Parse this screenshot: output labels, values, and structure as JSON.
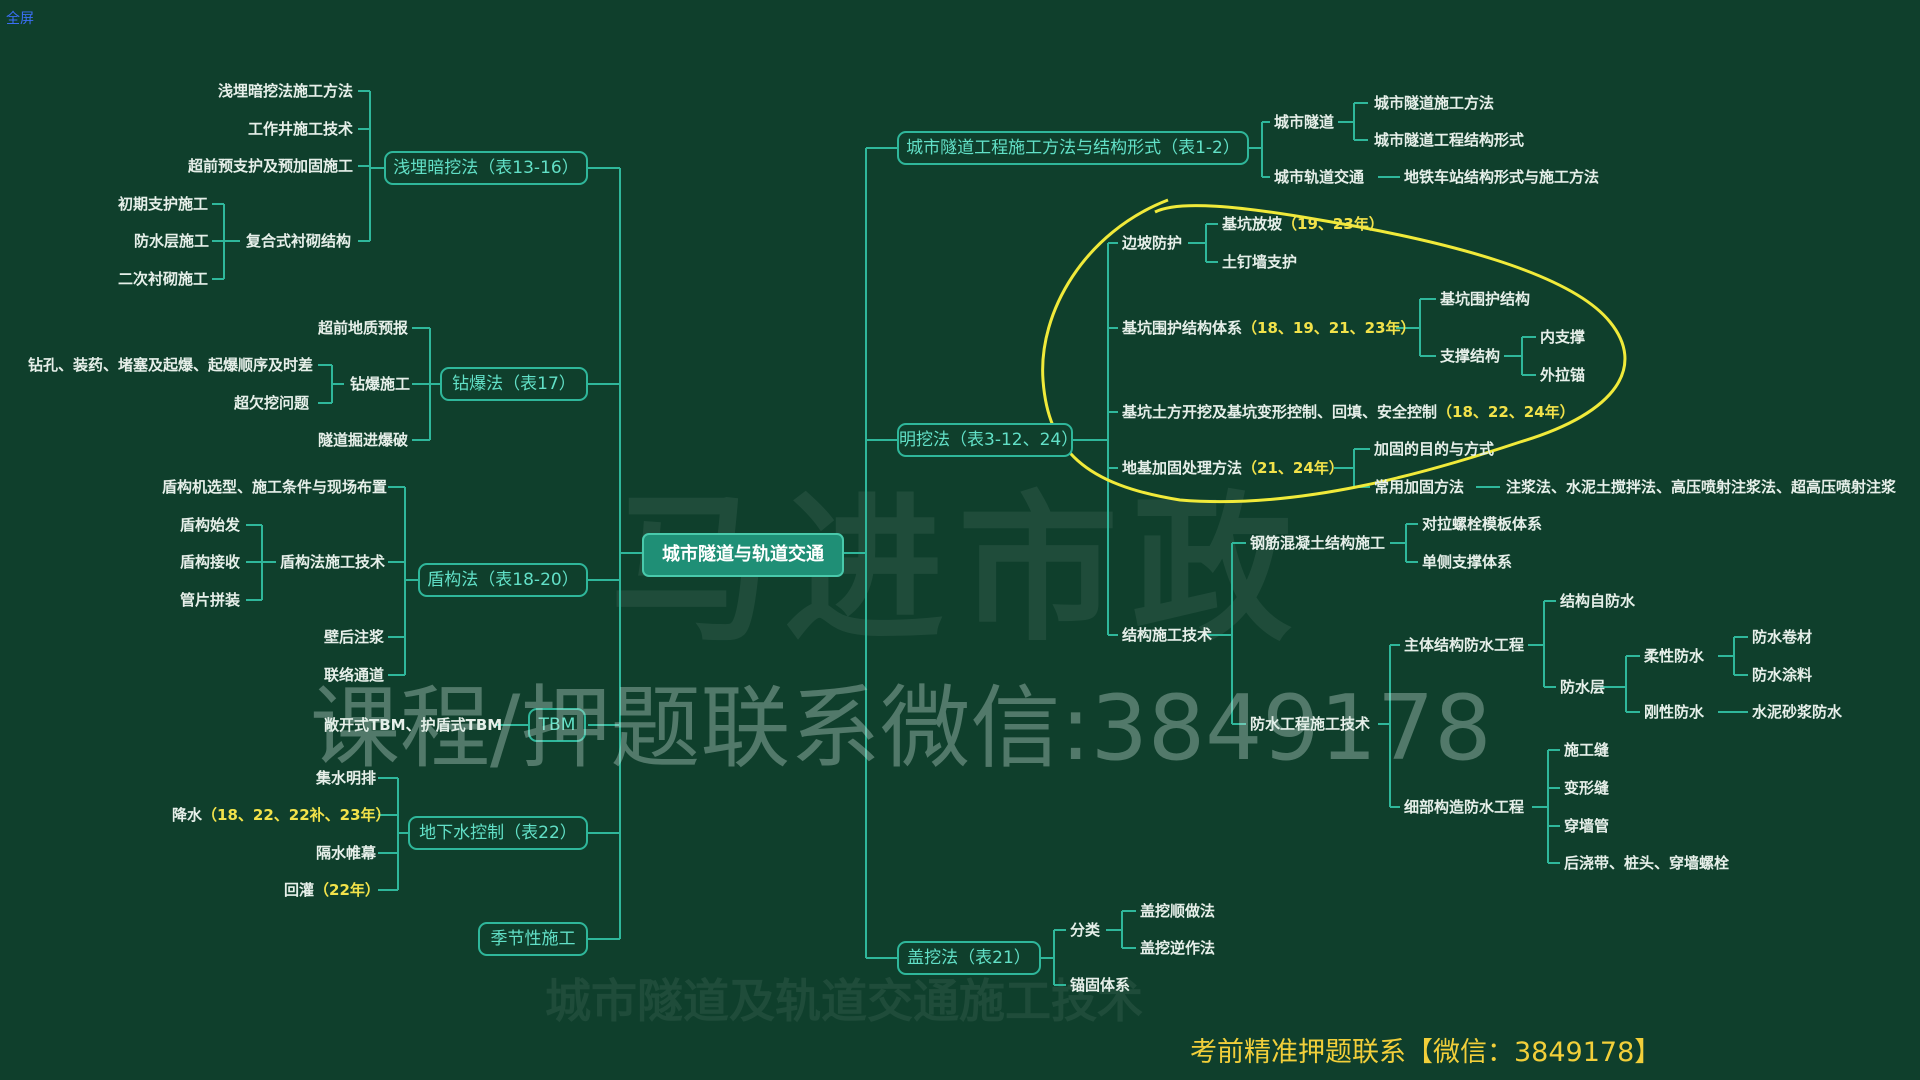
{
  "corner_label": "全屏",
  "center": "城市隧道与轨道交通",
  "watermark_logo": "马进市政",
  "watermark_contact": "课程/押题联系微信:3849178",
  "watermark_faded": "城市隧道及轨道交通施工技术",
  "promo": "考前精准押题联系【微信：3849178】",
  "left": {
    "shallow": {
      "label": "浅埋暗挖法（表13-16）",
      "items": [
        "浅埋暗挖法施工方法",
        "工作井施工技术",
        "超前预支护及预加固施工",
        "复合式衬砌结构"
      ],
      "composite_items": [
        "初期支护施工",
        "防水层施工",
        "二次衬砌施工"
      ]
    },
    "drill": {
      "label": "钻爆法（表17）",
      "items": [
        "超前地质预报",
        "钻爆施工",
        "隧道掘进爆破"
      ],
      "blast_items": [
        "钻孔、装药、堵塞及起爆、起爆顺序及时差",
        "超欠挖问题"
      ]
    },
    "shield": {
      "label": "盾构法（表18-20）",
      "items": [
        "盾构机选型、施工条件与现场布置",
        "盾构法施工技术",
        "壁后注浆",
        "联络通道"
      ],
      "tech_items": [
        "盾构始发",
        "盾构接收",
        "管片拼装"
      ]
    },
    "tbm": {
      "label": "TBM",
      "items": [
        "敞开式TBM、护盾式TBM"
      ]
    },
    "water": {
      "label": "地下水控制（表22）",
      "items": [
        {
          "t": "集水明排",
          "y": ""
        },
        {
          "t": "降水",
          "y": "（18、22、22补、23年）"
        },
        {
          "t": "隔水帷幕",
          "y": ""
        },
        {
          "t": "回灌",
          "y": "（22年）"
        }
      ]
    },
    "season": {
      "label": "季节性施工"
    }
  },
  "right": {
    "methods": {
      "label": "城市隧道工程施工方法与结构形式（表1-2）",
      "tunnel": "城市隧道",
      "tunnel_items": [
        "城市隧道施工方法",
        "城市隧道工程结构形式"
      ],
      "rail": "城市轨道交通",
      "rail_item": "地铁车站结构形式与施工方法"
    },
    "open": {
      "label": "明挖法（表3-12、24）",
      "slope": "边坡防护",
      "slope_items": [
        {
          "t": "基坑放坡",
          "y": "（19、23年）"
        },
        {
          "t": "土钉墙支护",
          "y": ""
        }
      ],
      "support": {
        "t": "基坑围护结构体系",
        "y": "（18、19、21、23年）"
      },
      "support_items": [
        "基坑围护结构",
        "支撑结构"
      ],
      "brace_items": [
        "内支撑",
        "外拉锚"
      ],
      "earthwork": {
        "t": "基坑土方开挖及基坑变形控制、回填、安全控制",
        "y": "（18、22、24年）"
      },
      "reinforce": {
        "t": "地基加固处理方法",
        "y": "（21、24年）"
      },
      "reinforce_items": [
        "加固的目的与方式",
        "常用加固方法"
      ],
      "reinforce_methods": "注浆法、水泥土搅拌法、高压喷射注浆法、超高压喷射注浆",
      "structure": "结构施工技术",
      "rc": "钢筋混凝土结构施工",
      "rc_items": [
        "对拉螺栓模板体系",
        "单侧支撑体系"
      ],
      "waterproof": "防水工程施工技术",
      "main_wp": "主体结构防水工程",
      "main_wp_items": [
        "结构自防水",
        "防水层"
      ],
      "flex": "柔性防水",
      "flex_items": [
        "防水卷材",
        "防水涂料"
      ],
      "rigid": "刚性防水",
      "rigid_item": "水泥砂浆防水",
      "detail_wp": "细部构造防水工程",
      "detail_items": [
        "施工缝",
        "变形缝",
        "穿墙管",
        "后浇带、桩头、穿墙螺栓"
      ]
    },
    "cover": {
      "label": "盖挖法（表21）",
      "classify": "分类",
      "classify_items": [
        "盖挖顺做法",
        "盖挖逆作法"
      ],
      "anchor": "锚固体系"
    }
  },
  "colors": {
    "background": "#0f3f2c",
    "line": "#2fb79b",
    "box_text": "#62e0c7",
    "center_fill": "#1f8f76",
    "highlight": "#f2e24a",
    "annotation": "#f0ea3a",
    "promo": "#f2cf3a"
  }
}
